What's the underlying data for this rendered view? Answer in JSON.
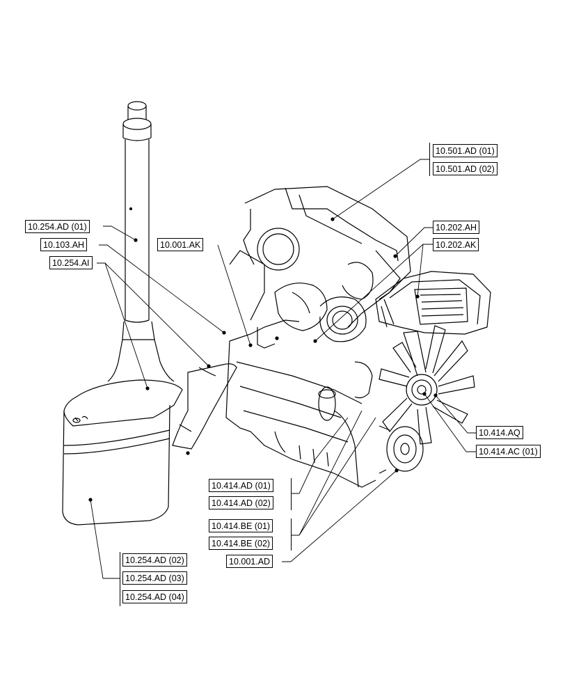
{
  "labels": {
    "l_501_01": "10.501.AD (01)",
    "l_501_02": "10.501.AD (02)",
    "l_254_01": "10.254.AD (01)",
    "l_103_ah": "10.103.AH",
    "l_254_ai": "10.254.AI",
    "l_001_ak": "10.001.AK",
    "l_202_ah": "10.202.AH",
    "l_202_ak": "10.202.AK",
    "l_414_aq": "10.414.AQ",
    "l_414_ac": "10.414.AC (01)",
    "l_414_ad_01": "10.414.AD (01)",
    "l_414_ad_02": "10.414.AD (02)",
    "l_414_be_01": "10.414.BE (01)",
    "l_414_be_02": "10.414.BE (02)",
    "l_001_ad": "10.001.AD",
    "l_254_02": "10.254.AD (02)",
    "l_254_03": "10.254.AD (03)",
    "l_254_04": "10.254.AD (04)"
  },
  "colors": {
    "line": "#000000",
    "background": "#ffffff"
  }
}
